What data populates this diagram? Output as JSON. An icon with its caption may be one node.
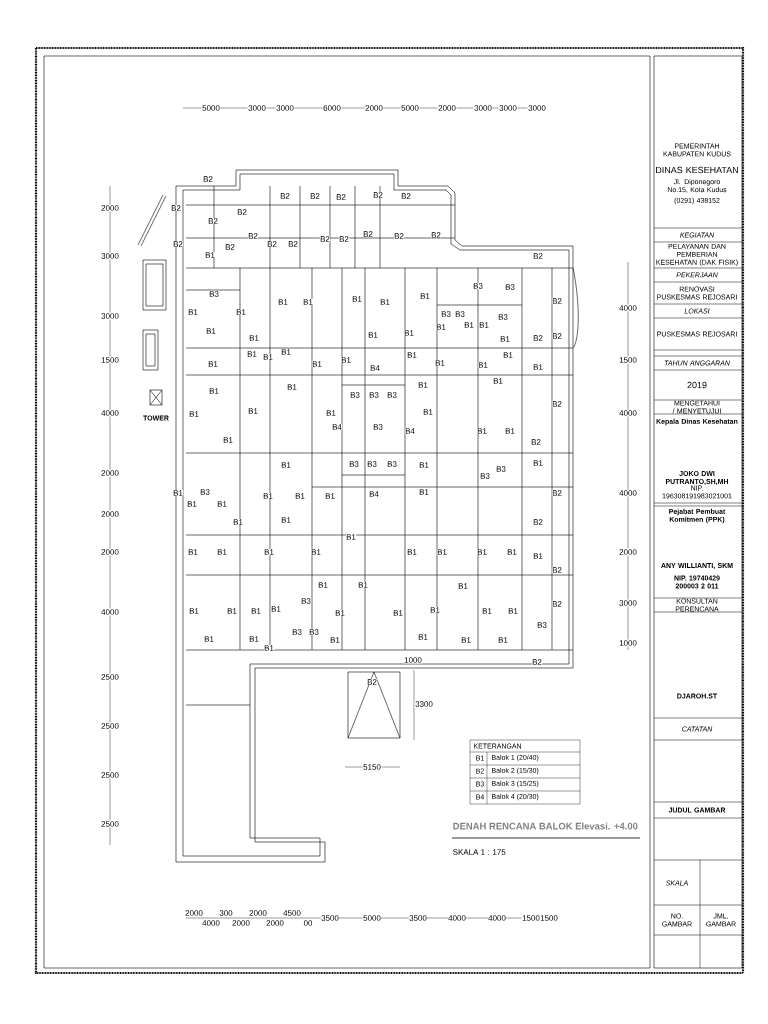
{
  "diagram": {
    "title": "DENAH RENCANA BALOK Elevasi. +4.00",
    "caption": "SKALA 1 : 175",
    "labels": [
      "5000",
      "3000",
      "3000",
      "6000",
      "2000",
      "5000",
      "2000",
      "3000",
      "3000",
      "3000",
      "2000",
      "3000",
      "3000",
      "1500",
      "4000",
      "2000",
      "2000",
      "2000",
      "4000",
      "2500",
      "2500",
      "2500",
      "2500",
      "4000",
      "1500",
      "4000",
      "4000",
      "2000",
      "3000",
      "1000",
      "B2",
      "B2",
      "B2",
      "B2",
      "B2",
      "B2",
      "B2",
      "B2",
      "B2",
      "B2",
      "B2",
      "B2",
      "B2",
      "B2",
      "B2",
      "B2",
      "B2",
      "B2",
      "B2",
      "B1",
      "B2",
      "B3",
      "B3",
      "B3",
      "B1",
      "B1",
      "B1",
      "B1",
      "B1",
      "B2",
      "B1",
      "B1",
      "B3",
      "B3",
      "B3",
      "B1",
      "B1",
      "B1",
      "B1",
      "B1",
      "B1",
      "B1",
      "B1",
      "B2",
      "B2",
      "B1",
      "B1",
      "B1",
      "B1",
      "B1",
      "B1",
      "B1",
      "B1",
      "B4",
      "B1",
      "B1",
      "B1",
      "B1",
      "B1",
      "B1",
      "B1",
      "B3",
      "B3",
      "B3",
      "B2",
      "B1",
      "B1",
      "B1",
      "B1",
      "B4",
      "B3",
      "B4",
      "B1",
      "B1",
      "B1",
      "B2",
      "B1",
      "B3",
      "B3",
      "B3",
      "B1",
      "B3",
      "B3",
      "B1",
      "B1",
      "B3",
      "B1",
      "B1",
      "B1",
      "B4",
      "B1",
      "B2",
      "B1",
      "B1",
      "B1",
      "B1",
      "B2",
      "B1",
      "B1",
      "B1",
      "B1",
      "B1",
      "B1",
      "B1",
      "B1",
      "B1",
      "B1",
      "B2",
      "B1",
      "B1",
      "B1",
      "B3",
      "B2",
      "B1",
      "B1",
      "B1",
      "B1",
      "B1",
      "B1",
      "B1",
      "B1",
      "B1",
      "B3",
      "B3",
      "B3",
      "B1",
      "B1",
      "B1",
      "B1",
      "B1",
      "B1",
      "B1",
      "B2",
      "B2",
      "TOWER",
      "1000",
      "3300",
      "5150",
      "2000",
      "4000",
      "300",
      "2000",
      "2000",
      "2000",
      "4500",
      "00",
      "3500",
      "5000",
      "3500",
      "4000",
      "4000",
      "1500",
      "1500",
      "KETERANGAN",
      "B1",
      "Balok 1 (20/40)",
      "B2",
      "Balok 2 (15/30)",
      "B3",
      "Balok 3 (15/25)",
      "B4",
      "Balok 4 (20/30)",
      "PEMERINTAH KABUPATEN KUDUS",
      "DINAS KESEHATAN",
      "Jl. Diponegoro No.15, Kota Kudus",
      "(0291) 438152",
      "KEGIATAN",
      "PELAYANAN DAN PEMBERIAN KESEHATAN (DAK FISIK)",
      "PEKERJAAN",
      "RENOVASI PUSKESMAS REJOSARI",
      "LOKASI",
      "PUSKESMAS REJOSARI",
      "TAHUN ANGGARAN",
      "2019",
      "MENGETAHUI / MENYETUJUI",
      "Kepala Dinas Kesehatan",
      "JOKO DWI PUTRANTO,SH,MH",
      "NIP. 196308191983021001",
      "Pejabat Pembuat Komitmen (PPK)",
      "ANY WILLIANTI, SKM",
      "NIP. 19740429 200003 2 011",
      "KONSULTAN PERENCANA",
      "DJAROH.ST",
      "CATATAN",
      "JUDUL GAMBAR",
      "SKALA",
      "NO. GAMBAR",
      "JML. GAMBAR"
    ]
  }
}
